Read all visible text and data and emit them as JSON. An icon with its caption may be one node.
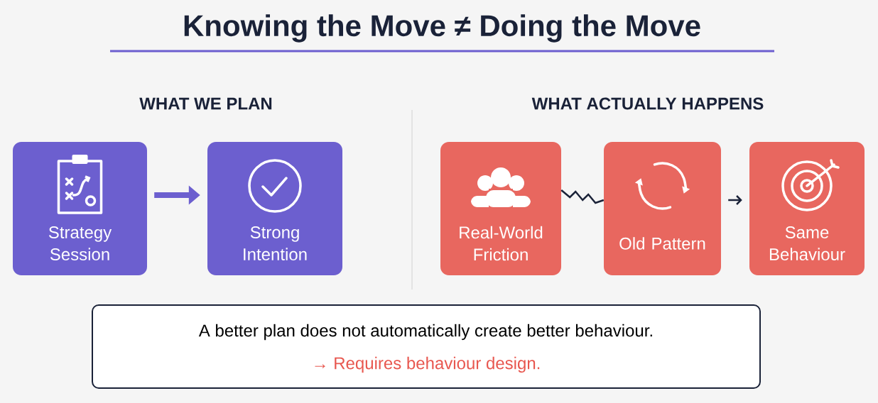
{
  "diagram": {
    "title": "Knowing the Move ≠ Doing the Move",
    "nodes": [
      {
        "text": [
          "Strategy Session"
        ]
      },
      {
        "text": [
          "Strong Intention"
        ]
      },
      {
        "text": [
          "Real-World Friction"
        ]
      },
      {
        "text": [
          "Old Pattern"
        ]
      },
      {
        "text": [
          "Same Behaviour"
        ]
      },
      {
        "text": [
          "A better plan does not automatically create better behaviour.",
          "→ Requires behaviour design."
        ]
      }
    ],
    "edges": [
      {
        "from": 0,
        "to": 1,
        "arrow": "to",
        "style": "thick",
        "color": "#6c5fcf"
      },
      {
        "from": 2,
        "to": 3,
        "arrow": "none"
      },
      {
        "from": 3,
        "to": 4,
        "arrow": "to"
      }
    ],
    "labels": [
      "WHAT WE PLAN",
      "WHAT ACTUALLY HAPPENS"
    ]
  }
}
